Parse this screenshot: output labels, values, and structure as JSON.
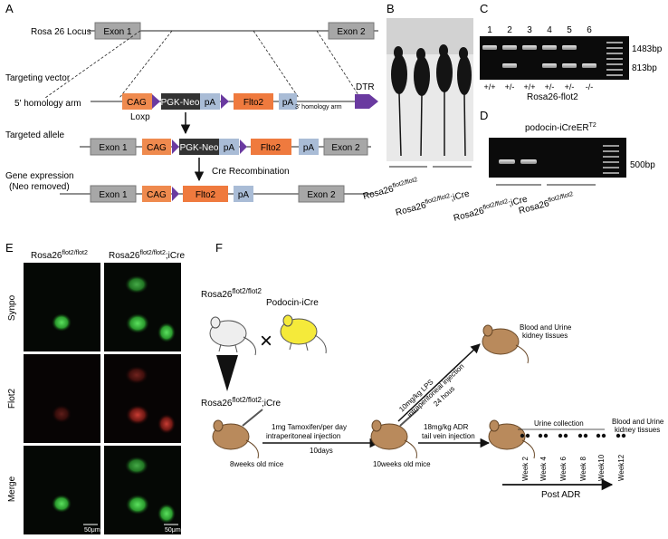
{
  "panels": {
    "A": {
      "letter": "A",
      "rosa_locus": "Rosa 26 Locus",
      "targeting_vector": "Targeting vector",
      "homology_5": "5' homology arm",
      "homology_3": "3' homology arm",
      "loxp": "Loxp",
      "targeted_allele": "Targeted allele",
      "gene_expression": "Gene expression",
      "neo_removed": "(Neo removed)",
      "cre_recombination": "Cre Recombination",
      "exon1": "Exon 1",
      "exon2": "Exon 2",
      "cag": "CAG",
      "pgk_neo": "PGK-Neo",
      "pa": "pA",
      "flto2": "Flto2",
      "dtr": "DTR"
    },
    "B": {
      "letter": "B",
      "base": "Rosa26",
      "sup": "flot2/flot2",
      "icre": ";iCre"
    },
    "C": {
      "letter": "C",
      "lanes": [
        "1",
        "2",
        "3",
        "4",
        "5",
        "6"
      ],
      "genotypes": [
        "+/+",
        "+/-",
        "+/+",
        "+/-",
        "+/-",
        "-/-"
      ],
      "marker_high": "1483bp",
      "marker_low": "813bp",
      "caption": "Rosa26-flot2"
    },
    "D": {
      "letter": "D",
      "title_base": "podocin-iCreER",
      "title_sup": "T2",
      "marker": "500bp"
    },
    "E": {
      "letter": "E",
      "row_labels": [
        "Synpo",
        "Flot2",
        "Merge"
      ],
      "scale_bar": "50μm"
    },
    "F": {
      "letter": "F",
      "rosa_base": "Rosa26",
      "rosa_sup": "flot2/flot2",
      "podocin_icre": "Podocin-iCre",
      "cross": "×",
      "offspring_base": "Rosa26",
      "offspring_sup": "flot2/flot2",
      "offspring_suffix": ";iCre",
      "tamoxifen": "1mg Tamoxifen/per day",
      "tamoxifen_route": "intraperitoneal injection",
      "ten_days": "10days",
      "eight_weeks": "8weeks old mice",
      "ten_weeks": "10weeks old mice",
      "lps": "10mg/kg LPS",
      "lps_route": "intraperitoneal injection",
      "hours": "24 hous",
      "blood_urine": "Blood and Urine",
      "kidney_tissues": "kidney tissues",
      "adr": "18mg/kg ADR",
      "adr_route": "tail vein injection",
      "urine_collection": "Urine collection",
      "weeks": [
        "Week 2",
        "Week 4",
        "Week 6",
        "Week 8",
        "Week10",
        "Week12"
      ],
      "post_adr": "Post ADR"
    }
  },
  "colors": {
    "exon": "#a7a7a7",
    "cag": "#ef8a4e",
    "pgk_neo": "#333333",
    "pa": "#a9bcd6",
    "flto2": "#ef7a3e",
    "loxp": "#6a3aa0",
    "dtr": "#6a3aa0",
    "mouse_brown": "#b98a5c",
    "mouse_yellow": "#f5ea3a",
    "mouse_white": "#eeeeee",
    "gel": "#0b0b0b",
    "fluor_green": "#35c23a",
    "fluor_red": "#d8362e"
  }
}
